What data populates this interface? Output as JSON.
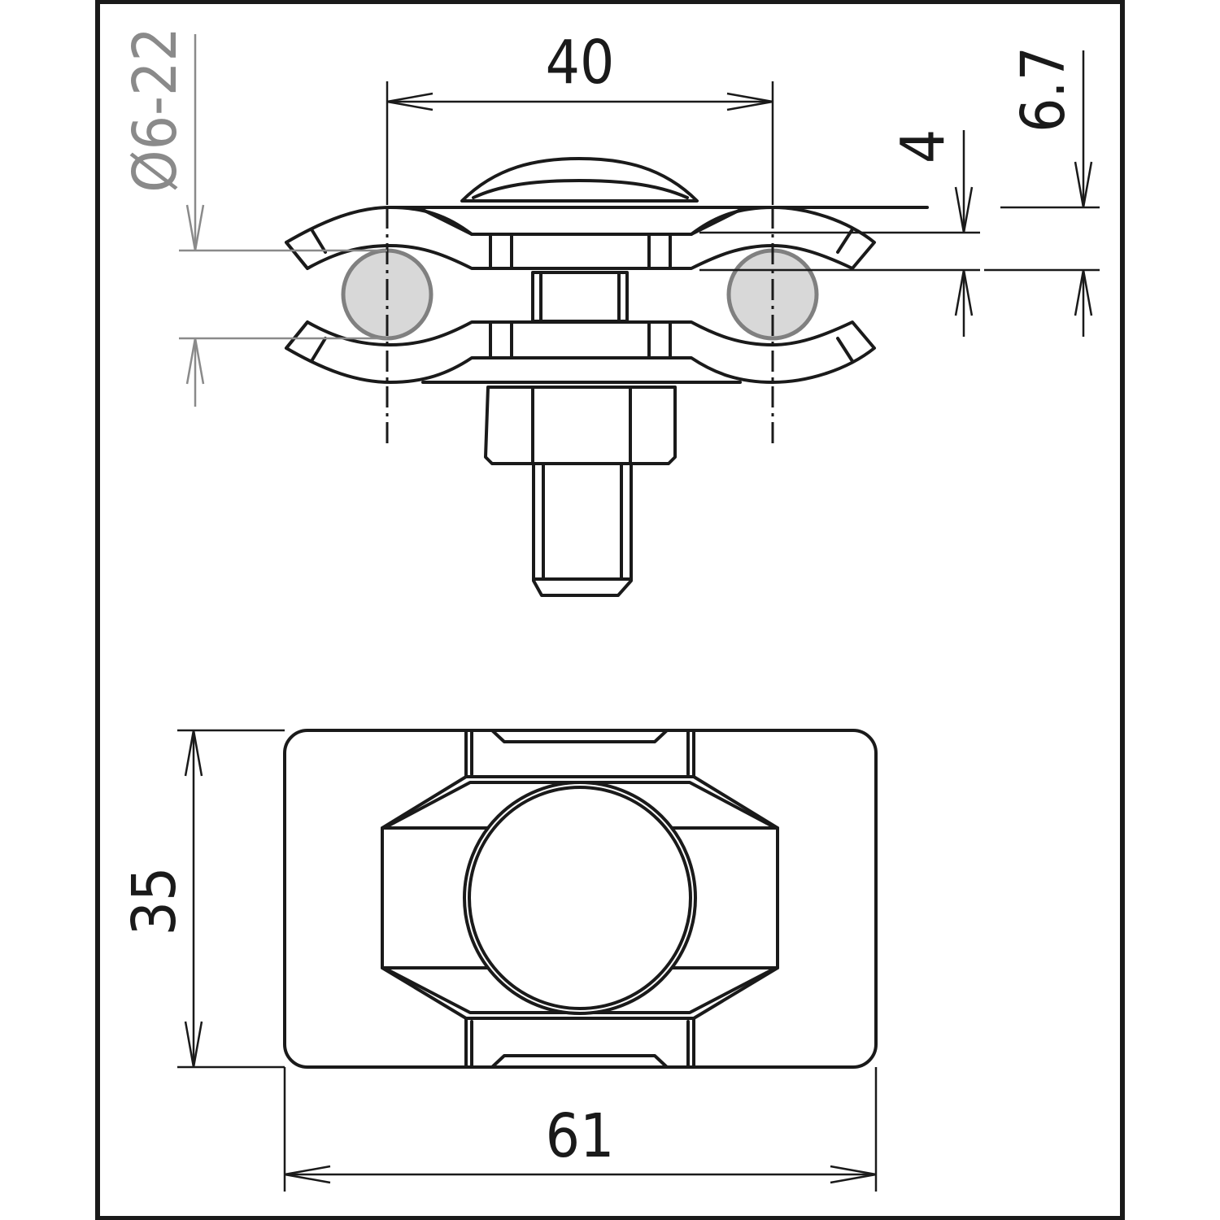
{
  "frame": {
    "border_color": "#1a1a1a"
  },
  "dimensions": {
    "pitch": "40",
    "conductor_diameter": "Ø6-22",
    "plate_thickness": "4",
    "overall_height": "6.7",
    "width": "35",
    "length": "61"
  },
  "colors": {
    "line": "#1a1a1a",
    "grey_dimension": "#8a8a8a",
    "conductor_fill": "#d8d8d8",
    "conductor_stroke": "#808080"
  }
}
